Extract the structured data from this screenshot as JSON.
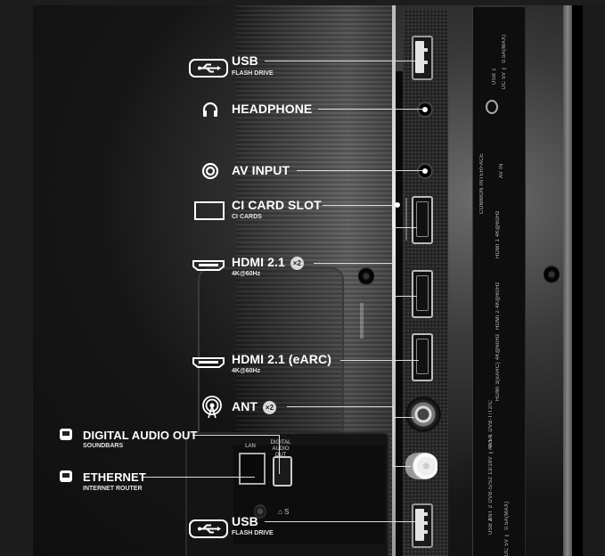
{
  "callouts": {
    "usb_top": {
      "title": "USB",
      "subtitle": "FLASH DRIVE",
      "icon": "usb-icon"
    },
    "headphone": {
      "title": "HEADPHONE",
      "icon": "headphone-icon"
    },
    "av_input": {
      "title": "AV INPUT",
      "icon": "av-input-icon"
    },
    "ci_card": {
      "title": "CI CARD SLOT",
      "subtitle": "CI CARDS",
      "icon": "card-slot-icon"
    },
    "hdmi": {
      "title": "HDMI 2.1",
      "subtitle": "4K@60Hz",
      "badge": "×2",
      "icon": "hdmi-icon"
    },
    "hdmi_earc": {
      "title": "HDMI 2.1 (eARC)",
      "subtitle": "4K@60Hz",
      "icon": "hdmi-icon"
    },
    "ant": {
      "title": "ANT",
      "badge": "×2",
      "icon": "antenna-icon"
    },
    "digital_audio": {
      "title": "DIGITAL AUDIO OUT",
      "subtitle": "SOUNDBARS",
      "icon": "port-icon"
    },
    "ethernet": {
      "title": "ETHERNET",
      "subtitle": "INTERNET ROUTER",
      "icon": "port-icon"
    },
    "usb_bottom": {
      "title": "USB",
      "subtitle": "FLASH DRIVE",
      "icon": "usb-icon"
    }
  },
  "panel_labels": {
    "lan": "LAN",
    "digital_audio_out": "DIGITAL AUDIO OUT",
    "power_s": "S"
  },
  "side_printing": {
    "usb1": "USB 1",
    "usb1_rating": "DC 5V ⎓ 0.5A(MAX)",
    "common_interface": "COMMON INTERFACE",
    "av_in": "AV IN",
    "hdmi1": "HDMI 1 4K@60Hz",
    "hdmi2": "HDMI 2 4K@60Hz",
    "hdmi3": "HDMI 3(eARC) 4K@60Hz",
    "ant1": "ANT 1 DVB-T/T2/C",
    "ant2": "ANT 2 DVB-S/S2 13/18V ⎓ 0.5A",
    "usb2": "USB 2",
    "usb2_rating": "DC 5V ⎓ 0.5A(MAX)"
  },
  "colors": {
    "background": "#1d1d1d",
    "label_text": "#ffffff",
    "leader_line": "#dcdcdc",
    "badge_bg": "#d9d9d9"
  }
}
